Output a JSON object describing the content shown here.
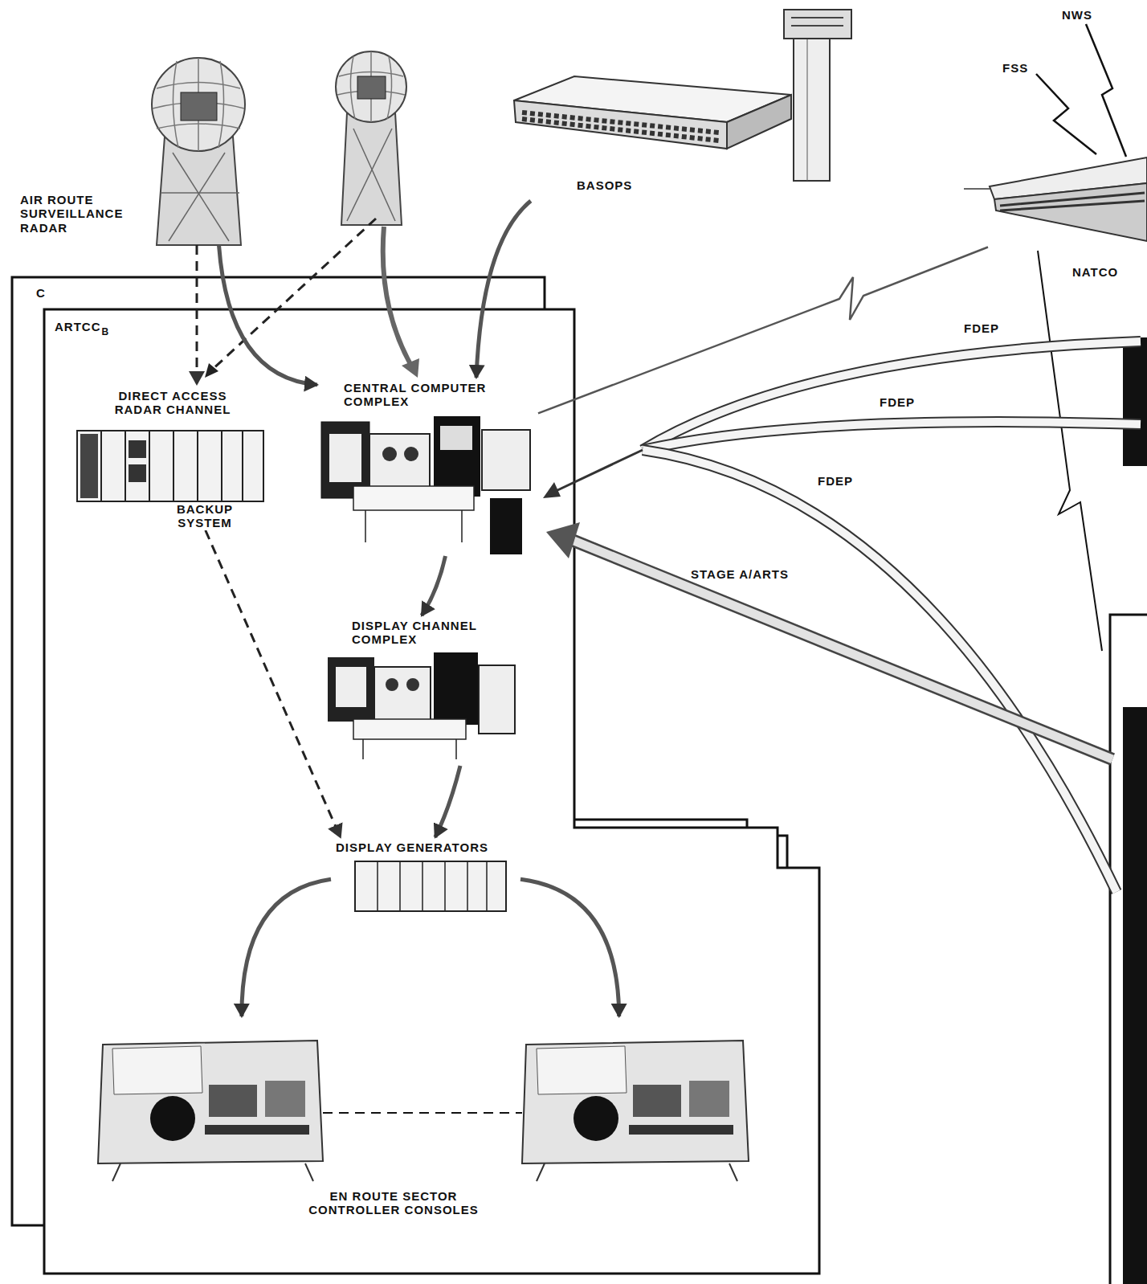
{
  "diagram": {
    "nodes": [
      {
        "text": [
          "AIR ROUTE SURVEILLANCE RADAR"
        ]
      },
      {
        "text": [
          "BASOPS"
        ]
      },
      {
        "text": [
          "NATCO"
        ]
      },
      {
        "text": [
          "C"
        ]
      },
      {
        "text": [
          "ARTCC",
          "B"
        ],
        "in": 3
      },
      {
        "text": [
          "DIRECT ACCESS RADAR CHANNEL",
          "BACKUP SYSTEM"
        ],
        "in": 4
      },
      {
        "text": [
          "CENTRAL COMPUTER COMPLEX"
        ],
        "in": 4
      },
      {
        "text": [
          "DISPLAY CHANNEL COMPLEX"
        ],
        "in": 4
      },
      {
        "text": [
          "DISPLAY GENERATORS"
        ],
        "in": 4
      },
      {
        "text": [
          "EN ROUTE SECTOR CONTROLLER CONSOLES"
        ],
        "in": 4
      }
    ],
    "edges": [
      {
        "from": 0,
        "to": 5,
        "arrow": "to"
      },
      {
        "from": 0,
        "to": 6,
        "arrow": "to"
      },
      {
        "from": 1,
        "to": 6,
        "arrow": "to"
      },
      {
        "from": 6,
        "to": 7,
        "arrow": "to"
      },
      {
        "from": 7,
        "to": 8,
        "arrow": "to"
      },
      {
        "from": 5,
        "to": 8,
        "arrow": "to"
      },
      {
        "from": 8,
        "to": 9,
        "arrow": "to"
      },
      {
        "from": 8,
        "to": 9,
        "arrow": "to"
      },
      {
        "from": 6,
        "to": 2,
        "arrow": "none"
      }
    ],
    "labels": [
      "FSS",
      "NWS",
      "FDEP",
      "FDEP",
      "FDEP",
      "STAGE A/ARTS"
    ]
  }
}
